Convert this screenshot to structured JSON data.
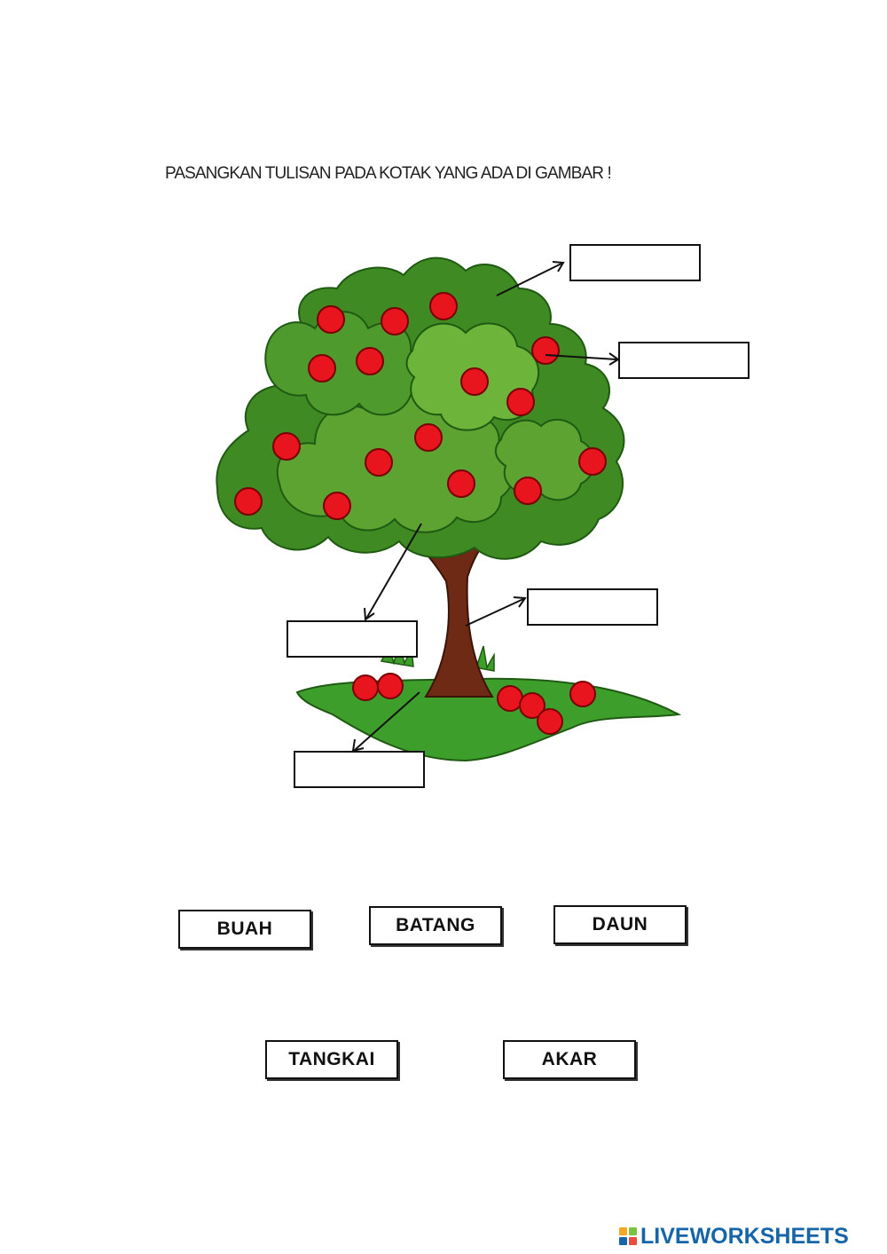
{
  "instruction": "PASANGKAN TULISAN PADA KOTAK YANG ADA DI GAMBAR !",
  "word_cards": [
    "BUAH",
    "BATANG",
    "DAUN",
    "TANGKAI",
    "AKAR"
  ],
  "brand": {
    "name": "LIVEWORKSHEETS",
    "icon": "liveworksheets-logo-icon"
  },
  "colors": {
    "leaf_dark": "#1f5a12",
    "leaf": "#3f8a23",
    "leaf_light": "#7cbf3f",
    "apple": "#e8141e",
    "trunk": "#6e2a15",
    "grass": "#3e9e2c",
    "brand_blue": "#1565a8"
  }
}
